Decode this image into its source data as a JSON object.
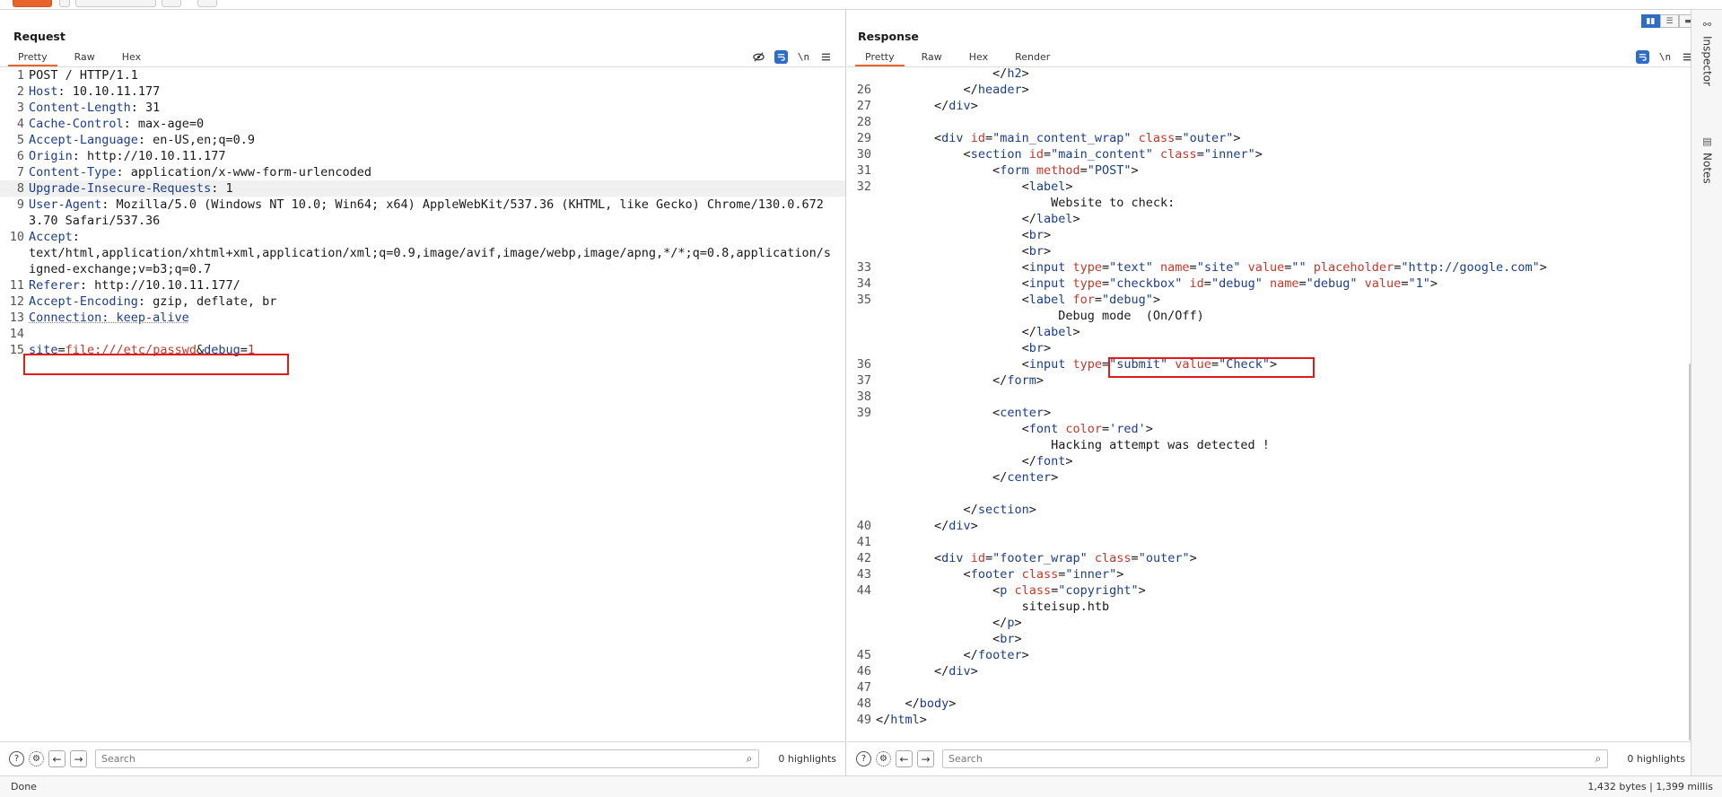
{
  "request": {
    "title": "Request",
    "tabs": [
      "Pretty",
      "Raw",
      "Hex"
    ],
    "lines": [
      {
        "n": "1",
        "segs": [
          {
            "t": "POST / HTTP/1.1",
            "c": ""
          }
        ]
      },
      {
        "n": "2",
        "segs": [
          {
            "t": "Host",
            "c": "hname"
          },
          {
            "t": ": 10.10.11.177",
            "c": ""
          }
        ]
      },
      {
        "n": "3",
        "segs": [
          {
            "t": "Content-Length",
            "c": "hname"
          },
          {
            "t": ": 31",
            "c": ""
          }
        ]
      },
      {
        "n": "4",
        "segs": [
          {
            "t": "Cache-Control",
            "c": "hname"
          },
          {
            "t": ": max-age=0",
            "c": ""
          }
        ]
      },
      {
        "n": "5",
        "segs": [
          {
            "t": "Accept-Language",
            "c": "hname"
          },
          {
            "t": ": en-US,en;q=0.9",
            "c": ""
          }
        ]
      },
      {
        "n": "6",
        "segs": [
          {
            "t": "Origin",
            "c": "hname"
          },
          {
            "t": ": http://10.10.11.177",
            "c": ""
          }
        ]
      },
      {
        "n": "7",
        "segs": [
          {
            "t": "Content-Type",
            "c": "hname"
          },
          {
            "t": ": application/x-www-form-urlencoded",
            "c": ""
          }
        ]
      },
      {
        "n": "8",
        "segs": [
          {
            "t": "Upgrade-Insecure-Requests",
            "c": "hname"
          },
          {
            "t": ": 1",
            "c": ""
          }
        ],
        "cursor": true
      },
      {
        "n": "9",
        "segs": [
          {
            "t": "User-Agent",
            "c": "hname"
          },
          {
            "t": ": Mozilla/5.0 (Windows NT 10.0; Win64; x64) AppleWebKit/537.36 (KHTML, like Gecko) Chrome/130.0.6723.70 Safari/537.36",
            "c": ""
          }
        ]
      },
      {
        "n": "10",
        "segs": [
          {
            "t": "Accept",
            "c": "hname"
          },
          {
            "t": ":\ntext/html,application/xhtml+xml,application/xml;q=0.9,image/avif,image/webp,image/apng,*/*;q=0.8,application/signed-exchange;v=b3;q=0.7",
            "c": ""
          }
        ]
      },
      {
        "n": "11",
        "segs": [
          {
            "t": "Referer",
            "c": "hname"
          },
          {
            "t": ": http://10.10.11.177/",
            "c": ""
          }
        ]
      },
      {
        "n": "12",
        "segs": [
          {
            "t": "Accept-Encoding",
            "c": "hname"
          },
          {
            "t": ": gzip, deflate, br",
            "c": ""
          }
        ]
      },
      {
        "n": "13",
        "segs": [
          {
            "t": "Connection: keep-alive",
            "c": "hname dotted"
          }
        ]
      },
      {
        "n": "14",
        "segs": [
          {
            "t": "",
            "c": ""
          }
        ]
      },
      {
        "n": "15",
        "segs": [
          {
            "t": "site",
            "c": "pname"
          },
          {
            "t": "=",
            "c": ""
          },
          {
            "t": "file:///etc/passwd",
            "c": "pval"
          },
          {
            "t": "&",
            "c": ""
          },
          {
            "t": "debug",
            "c": "pname"
          },
          {
            "t": "=",
            "c": ""
          },
          {
            "t": "1",
            "c": "pval"
          }
        ]
      }
    ],
    "search_placeholder": "Search",
    "highlights": "0 highlights"
  },
  "response": {
    "title": "Response",
    "tabs": [
      "Pretty",
      "Raw",
      "Hex",
      "Render"
    ],
    "lines": [
      {
        "n": "",
        "segs": [
          {
            "t": "                </",
            "c": ""
          },
          {
            "t": "h2",
            "c": "tag"
          },
          {
            "t": ">",
            "c": ""
          }
        ]
      },
      {
        "n": "26",
        "segs": [
          {
            "t": "            </",
            "c": ""
          },
          {
            "t": "header",
            "c": "tag"
          },
          {
            "t": ">",
            "c": ""
          }
        ]
      },
      {
        "n": "27",
        "segs": [
          {
            "t": "        </",
            "c": ""
          },
          {
            "t": "div",
            "c": "tag"
          },
          {
            "t": ">",
            "c": ""
          }
        ]
      },
      {
        "n": "28",
        "segs": [
          {
            "t": "",
            "c": ""
          }
        ]
      },
      {
        "n": "29",
        "segs": [
          {
            "t": "        <",
            "c": ""
          },
          {
            "t": "div",
            "c": "tag"
          },
          {
            "t": " id",
            "c": "attr"
          },
          {
            "t": "=",
            "c": ""
          },
          {
            "t": "\"main_content_wrap\"",
            "c": "aval"
          },
          {
            "t": " class",
            "c": "attr"
          },
          {
            "t": "=",
            "c": ""
          },
          {
            "t": "\"outer\"",
            "c": "aval"
          },
          {
            "t": ">",
            "c": ""
          }
        ]
      },
      {
        "n": "30",
        "segs": [
          {
            "t": "            <",
            "c": ""
          },
          {
            "t": "section",
            "c": "tag"
          },
          {
            "t": " id",
            "c": "attr"
          },
          {
            "t": "=",
            "c": ""
          },
          {
            "t": "\"main_content\"",
            "c": "aval"
          },
          {
            "t": " class",
            "c": "attr"
          },
          {
            "t": "=",
            "c": ""
          },
          {
            "t": "\"inner\"",
            "c": "aval"
          },
          {
            "t": ">",
            "c": ""
          }
        ]
      },
      {
        "n": "31",
        "segs": [
          {
            "t": "                <",
            "c": ""
          },
          {
            "t": "form",
            "c": "tag"
          },
          {
            "t": " method",
            "c": "attr"
          },
          {
            "t": "=",
            "c": ""
          },
          {
            "t": "\"POST\"",
            "c": "aval"
          },
          {
            "t": ">",
            "c": ""
          }
        ]
      },
      {
        "n": "32",
        "segs": [
          {
            "t": "                    <",
            "c": ""
          },
          {
            "t": "label",
            "c": "tag"
          },
          {
            "t": ">",
            "c": ""
          }
        ]
      },
      {
        "n": "",
        "segs": [
          {
            "t": "                        Website to check:",
            "c": ""
          }
        ]
      },
      {
        "n": "",
        "segs": [
          {
            "t": "                    </",
            "c": ""
          },
          {
            "t": "label",
            "c": "tag"
          },
          {
            "t": ">",
            "c": ""
          }
        ]
      },
      {
        "n": "",
        "segs": [
          {
            "t": "                    <",
            "c": ""
          },
          {
            "t": "br",
            "c": "tag"
          },
          {
            "t": ">",
            "c": ""
          }
        ]
      },
      {
        "n": "",
        "segs": [
          {
            "t": "                    <",
            "c": ""
          },
          {
            "t": "br",
            "c": "tag"
          },
          {
            "t": ">",
            "c": ""
          }
        ]
      },
      {
        "n": "33",
        "segs": [
          {
            "t": "                    <",
            "c": ""
          },
          {
            "t": "input",
            "c": "tag"
          },
          {
            "t": " type",
            "c": "attr"
          },
          {
            "t": "=",
            "c": ""
          },
          {
            "t": "\"text\"",
            "c": "aval"
          },
          {
            "t": " name",
            "c": "attr"
          },
          {
            "t": "=",
            "c": ""
          },
          {
            "t": "\"site\"",
            "c": "aval"
          },
          {
            "t": " value",
            "c": "attr"
          },
          {
            "t": "=",
            "c": ""
          },
          {
            "t": "\"\"",
            "c": "aval"
          },
          {
            "t": " placeholder",
            "c": "attr"
          },
          {
            "t": "=",
            "c": ""
          },
          {
            "t": "\"http://google.com\"",
            "c": "aval"
          },
          {
            "t": ">",
            "c": ""
          }
        ]
      },
      {
        "n": "34",
        "segs": [
          {
            "t": "                    <",
            "c": ""
          },
          {
            "t": "input",
            "c": "tag"
          },
          {
            "t": " type",
            "c": "attr"
          },
          {
            "t": "=",
            "c": ""
          },
          {
            "t": "\"checkbox\"",
            "c": "aval"
          },
          {
            "t": " id",
            "c": "attr"
          },
          {
            "t": "=",
            "c": ""
          },
          {
            "t": "\"debug\"",
            "c": "aval"
          },
          {
            "t": " name",
            "c": "attr"
          },
          {
            "t": "=",
            "c": ""
          },
          {
            "t": "\"debug\"",
            "c": "aval"
          },
          {
            "t": " value",
            "c": "attr"
          },
          {
            "t": "=",
            "c": ""
          },
          {
            "t": "\"1\"",
            "c": "aval"
          },
          {
            "t": ">",
            "c": ""
          }
        ]
      },
      {
        "n": "35",
        "segs": [
          {
            "t": "                    <",
            "c": ""
          },
          {
            "t": "label",
            "c": "tag"
          },
          {
            "t": " for",
            "c": "attr"
          },
          {
            "t": "=",
            "c": ""
          },
          {
            "t": "\"debug\"",
            "c": "aval"
          },
          {
            "t": ">",
            "c": ""
          }
        ]
      },
      {
        "n": "",
        "segs": [
          {
            "t": "                         Debug mode  (On/Off)",
            "c": ""
          }
        ]
      },
      {
        "n": "",
        "segs": [
          {
            "t": "                    </",
            "c": ""
          },
          {
            "t": "label",
            "c": "tag"
          },
          {
            "t": ">",
            "c": ""
          }
        ]
      },
      {
        "n": "",
        "segs": [
          {
            "t": "                    <",
            "c": ""
          },
          {
            "t": "br",
            "c": "tag"
          },
          {
            "t": ">",
            "c": ""
          }
        ]
      },
      {
        "n": "36",
        "segs": [
          {
            "t": "                    <",
            "c": ""
          },
          {
            "t": "input",
            "c": "tag"
          },
          {
            "t": " type",
            "c": "attr"
          },
          {
            "t": "=",
            "c": ""
          },
          {
            "t": "\"submit\"",
            "c": "aval"
          },
          {
            "t": " value",
            "c": "attr"
          },
          {
            "t": "=",
            "c": ""
          },
          {
            "t": "\"Check\"",
            "c": "aval"
          },
          {
            "t": ">",
            "c": ""
          }
        ]
      },
      {
        "n": "37",
        "segs": [
          {
            "t": "                </",
            "c": ""
          },
          {
            "t": "form",
            "c": "tag"
          },
          {
            "t": ">",
            "c": ""
          }
        ]
      },
      {
        "n": "38",
        "segs": [
          {
            "t": "",
            "c": ""
          }
        ]
      },
      {
        "n": "39",
        "segs": [
          {
            "t": "                <",
            "c": ""
          },
          {
            "t": "center",
            "c": "tag"
          },
          {
            "t": ">",
            "c": ""
          }
        ]
      },
      {
        "n": "",
        "segs": [
          {
            "t": "                    <",
            "c": ""
          },
          {
            "t": "font",
            "c": "tag"
          },
          {
            "t": " color",
            "c": "attr"
          },
          {
            "t": "=",
            "c": ""
          },
          {
            "t": "'red'",
            "c": "aval"
          },
          {
            "t": ">",
            "c": ""
          }
        ]
      },
      {
        "n": "",
        "segs": [
          {
            "t": "                        Hacking attempt was detected !",
            "c": ""
          }
        ]
      },
      {
        "n": "",
        "segs": [
          {
            "t": "                    </",
            "c": ""
          },
          {
            "t": "font",
            "c": "tag"
          },
          {
            "t": ">",
            "c": ""
          }
        ]
      },
      {
        "n": "",
        "segs": [
          {
            "t": "                </",
            "c": ""
          },
          {
            "t": "center",
            "c": "tag"
          },
          {
            "t": ">",
            "c": ""
          }
        ]
      },
      {
        "n": "",
        "segs": [
          {
            "t": "",
            "c": ""
          }
        ]
      },
      {
        "n": "",
        "segs": [
          {
            "t": "            </",
            "c": ""
          },
          {
            "t": "section",
            "c": "tag"
          },
          {
            "t": ">",
            "c": ""
          }
        ]
      },
      {
        "n": "40",
        "segs": [
          {
            "t": "        </",
            "c": ""
          },
          {
            "t": "div",
            "c": "tag"
          },
          {
            "t": ">",
            "c": ""
          }
        ]
      },
      {
        "n": "41",
        "segs": [
          {
            "t": "",
            "c": ""
          }
        ]
      },
      {
        "n": "42",
        "segs": [
          {
            "t": "        <",
            "c": ""
          },
          {
            "t": "div",
            "c": "tag"
          },
          {
            "t": " id",
            "c": "attr"
          },
          {
            "t": "=",
            "c": ""
          },
          {
            "t": "\"footer_wrap\"",
            "c": "aval"
          },
          {
            "t": " class",
            "c": "attr"
          },
          {
            "t": "=",
            "c": ""
          },
          {
            "t": "\"outer\"",
            "c": "aval"
          },
          {
            "t": ">",
            "c": ""
          }
        ]
      },
      {
        "n": "43",
        "segs": [
          {
            "t": "            <",
            "c": ""
          },
          {
            "t": "footer",
            "c": "tag"
          },
          {
            "t": " class",
            "c": "attr"
          },
          {
            "t": "=",
            "c": ""
          },
          {
            "t": "\"inner\"",
            "c": "aval"
          },
          {
            "t": ">",
            "c": ""
          }
        ]
      },
      {
        "n": "44",
        "segs": [
          {
            "t": "                <",
            "c": ""
          },
          {
            "t": "p",
            "c": "tag"
          },
          {
            "t": " class",
            "c": "attr"
          },
          {
            "t": "=",
            "c": ""
          },
          {
            "t": "\"copyright\"",
            "c": "aval"
          },
          {
            "t": ">",
            "c": ""
          }
        ]
      },
      {
        "n": "",
        "segs": [
          {
            "t": "                    siteisup.htb",
            "c": ""
          }
        ]
      },
      {
        "n": "",
        "segs": [
          {
            "t": "                </",
            "c": ""
          },
          {
            "t": "p",
            "c": "tag"
          },
          {
            "t": ">",
            "c": ""
          }
        ]
      },
      {
        "n": "",
        "segs": [
          {
            "t": "                <",
            "c": ""
          },
          {
            "t": "br",
            "c": "tag"
          },
          {
            "t": ">",
            "c": ""
          }
        ]
      },
      {
        "n": "45",
        "segs": [
          {
            "t": "            </",
            "c": ""
          },
          {
            "t": "footer",
            "c": "tag"
          },
          {
            "t": ">",
            "c": ""
          }
        ]
      },
      {
        "n": "46",
        "segs": [
          {
            "t": "        </",
            "c": ""
          },
          {
            "t": "div",
            "c": "tag"
          },
          {
            "t": ">",
            "c": ""
          }
        ]
      },
      {
        "n": "47",
        "segs": [
          {
            "t": "",
            "c": ""
          }
        ]
      },
      {
        "n": "48",
        "segs": [
          {
            "t": "    </",
            "c": ""
          },
          {
            "t": "body",
            "c": "tag"
          },
          {
            "t": ">",
            "c": ""
          }
        ]
      },
      {
        "n": "49",
        "segs": [
          {
            "t": "</",
            "c": ""
          },
          {
            "t": "html",
            "c": "tag"
          },
          {
            "t": ">",
            "c": ""
          }
        ]
      }
    ],
    "search_placeholder": "Search",
    "highlights": "0 highlights"
  },
  "tools": {
    "hide_icon": "eye-off-icon",
    "wrap_icon": "wrap-lines-icon",
    "newline_label": "\\n",
    "menu_icon": "hamburger-menu-icon"
  },
  "rail": {
    "inspector": "Inspector",
    "notes": "Notes"
  },
  "status": {
    "left": "Done",
    "right": "1,432 bytes | 1,399 millis"
  },
  "colors": {
    "accent": "#e8642c",
    "highlight_box": "#e01b1b",
    "header_name": "#1b3e8b",
    "param_value": "#c0392b"
  }
}
